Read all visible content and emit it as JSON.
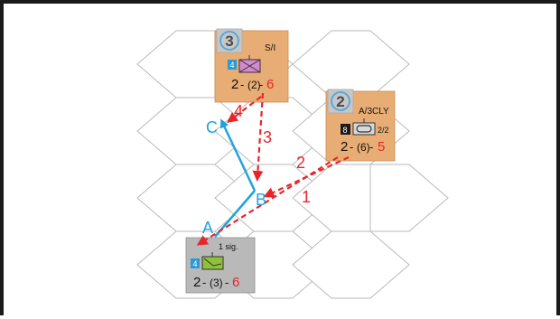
{
  "map": {
    "points": {
      "A": "A",
      "B": "B",
      "C": "C"
    },
    "fire_lines": [
      "1",
      "2",
      "3",
      "4"
    ]
  },
  "units": [
    {
      "id": "unit-3",
      "badge": "3",
      "designation": "S/I",
      "level_box": "4",
      "strength_left": "2",
      "strength_mid": "(2)",
      "strength_right": "6",
      "symbol": "infantry",
      "color": "#e8ad74"
    },
    {
      "id": "unit-2",
      "badge": "2",
      "designation": "A/3CLY",
      "level_box": "8",
      "ratio": "2/2",
      "strength_left": "2",
      "strength_mid": "(6)",
      "strength_right": "5",
      "symbol": "armor",
      "color": "#e8ad74"
    },
    {
      "id": "unit-signal",
      "designation": "1 sig.",
      "level_box": "4",
      "strength_left": "2",
      "strength_mid": "(3)",
      "strength_right": "6",
      "symbol": "signal",
      "color": "#b9b9b9"
    }
  ],
  "colors": {
    "movement_path": "#1fa3de",
    "fire_arrow": "#e8262a",
    "level_box_blue": "#2a9ad6",
    "infantry_symbol": "#d58ad0",
    "signal_symbol": "#8fc23a"
  }
}
